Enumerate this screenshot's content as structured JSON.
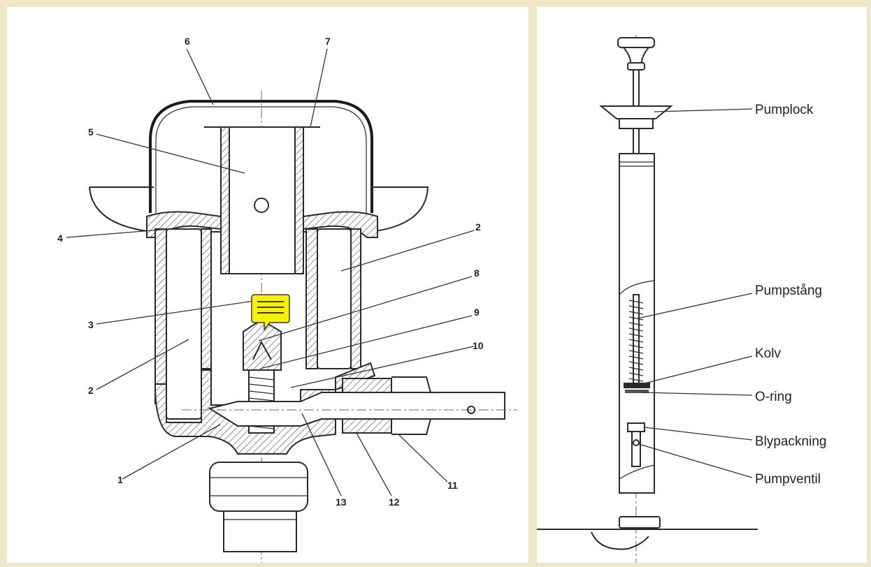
{
  "left_diagram": {
    "callouts": [
      {
        "id": "c6",
        "label": "6"
      },
      {
        "id": "c7",
        "label": "7"
      },
      {
        "id": "c5",
        "label": "5"
      },
      {
        "id": "c4",
        "label": "4"
      },
      {
        "id": "c2a",
        "label": "2"
      },
      {
        "id": "c8",
        "label": "8"
      },
      {
        "id": "c3",
        "label": "3"
      },
      {
        "id": "c9",
        "label": "9"
      },
      {
        "id": "c10",
        "label": "10"
      },
      {
        "id": "c2b",
        "label": "2"
      },
      {
        "id": "c1",
        "label": "1"
      },
      {
        "id": "c13",
        "label": "13"
      },
      {
        "id": "c12",
        "label": "12"
      },
      {
        "id": "c11",
        "label": "11"
      }
    ]
  },
  "right_diagram": {
    "labels": [
      {
        "id": "pumplock",
        "label": "Pumplock"
      },
      {
        "id": "pumpstang",
        "label": "Pumpstång"
      },
      {
        "id": "kolv",
        "label": "Kolv"
      },
      {
        "id": "oring",
        "label": "O-ring"
      },
      {
        "id": "blypackning",
        "label": "Blypackning"
      },
      {
        "id": "pumpventil",
        "label": "Pumpventil"
      }
    ]
  },
  "annotation": {
    "icon": "comment-note-icon",
    "color": "#f7f200"
  }
}
